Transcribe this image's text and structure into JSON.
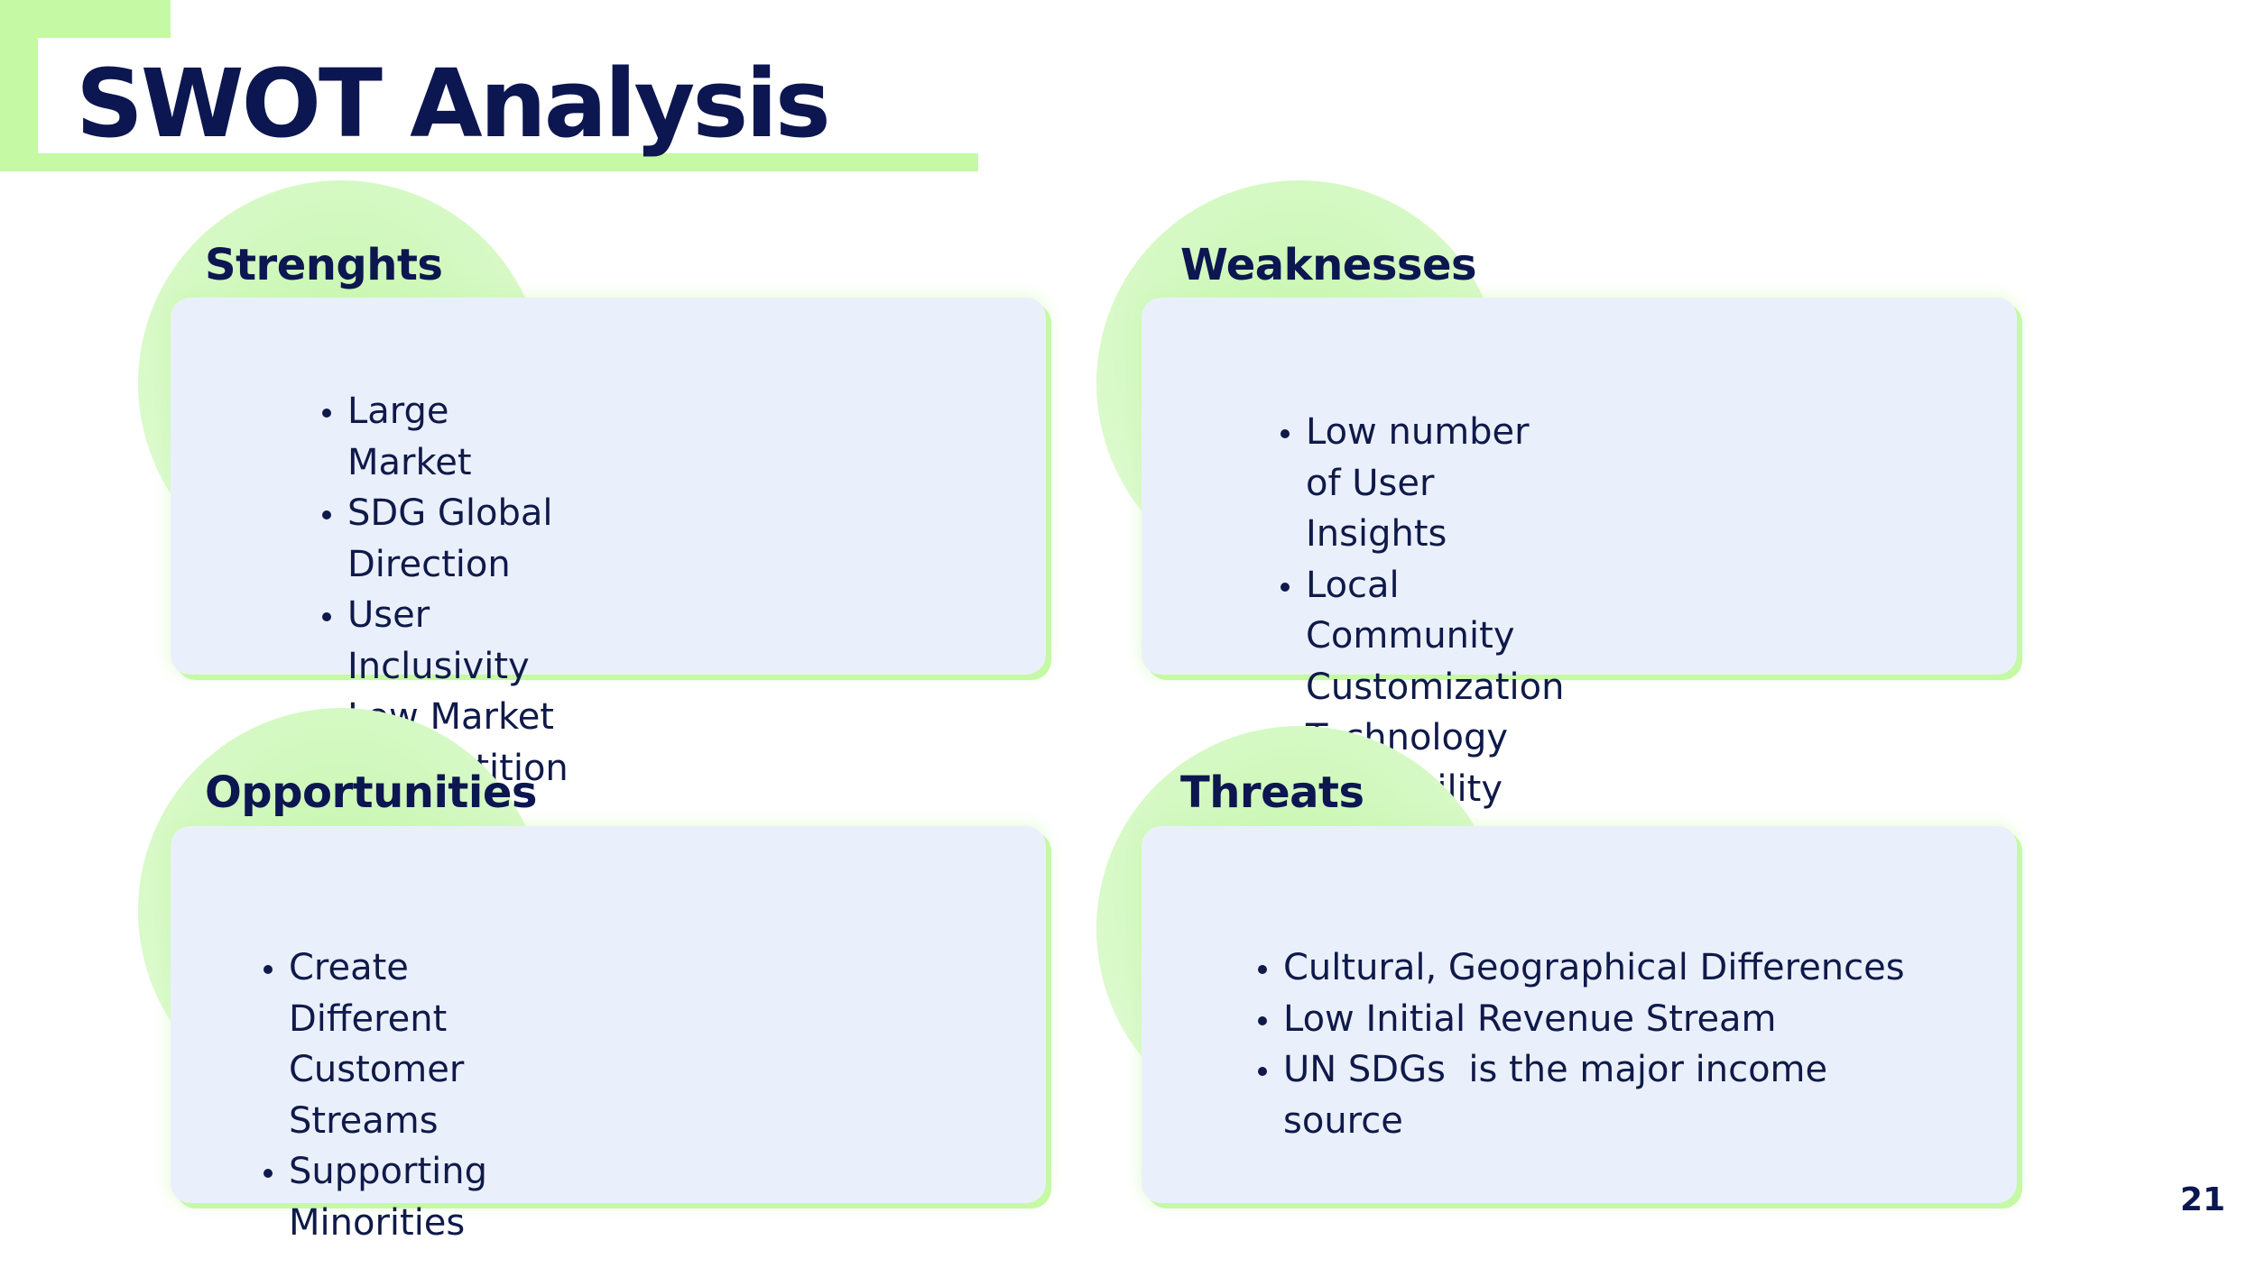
{
  "slide": {
    "title": "SWOT Analysis",
    "page_number": "21",
    "colors": {
      "accent": "#c5f9a4",
      "card_background": "#eaf0fb",
      "text": "#0c1650"
    }
  },
  "quadrants": {
    "strengths": {
      "title": "Strenghts",
      "items": [
        "Large Market",
        "SDG Global Direction",
        "User Inclusivity",
        "Low Market Competition"
      ]
    },
    "weaknesses": {
      "title": "Weaknesses",
      "items": [
        "Low number of User Insights",
        "Local Community Customization",
        "Technology Availability"
      ]
    },
    "opportunities": {
      "title": "Opportunities",
      "items": [
        "Create Different Customer Streams",
        "Supporting Minorities"
      ]
    },
    "threats": {
      "title": "Threats",
      "items": [
        "Cultural, Geographical Differences",
        "Low Initial Revenue Stream",
        "UN SDGs  is the major income source"
      ]
    }
  }
}
